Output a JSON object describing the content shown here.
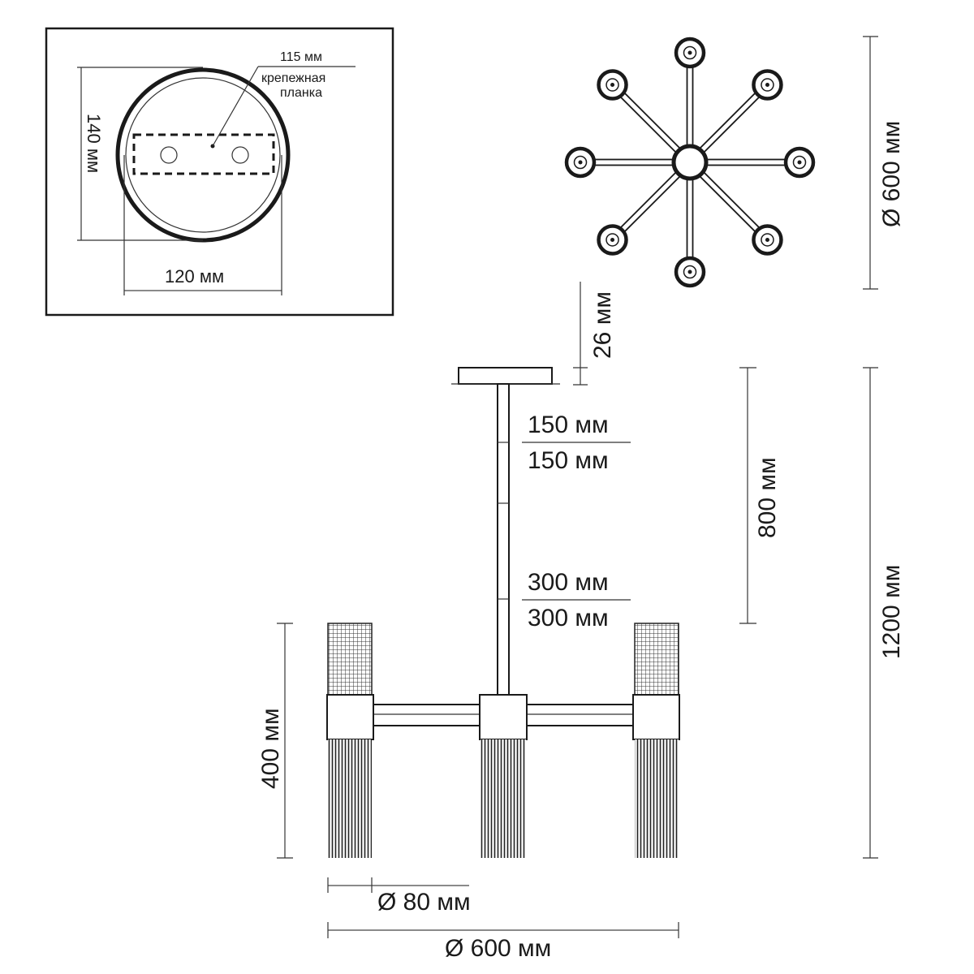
{
  "inset": {
    "dim_115": "115 мм",
    "label_line1": "крепежная",
    "label_line2": "планка",
    "dim_140": "140 мм",
    "dim_120": "120 мм"
  },
  "top_view": {
    "dim_diameter": "Ø 600 мм"
  },
  "side_view": {
    "dim_26": "26 мм",
    "rod_1_top": "150 мм",
    "rod_1_bottom": "150 мм",
    "rod_2_top": "300 мм",
    "rod_2_bottom": "300 мм",
    "dim_800": "800 мм",
    "dim_1200": "1200 мм",
    "dim_400": "400 мм",
    "dim_80": "Ø 80 мм",
    "dim_600": "Ø 600 мм"
  }
}
